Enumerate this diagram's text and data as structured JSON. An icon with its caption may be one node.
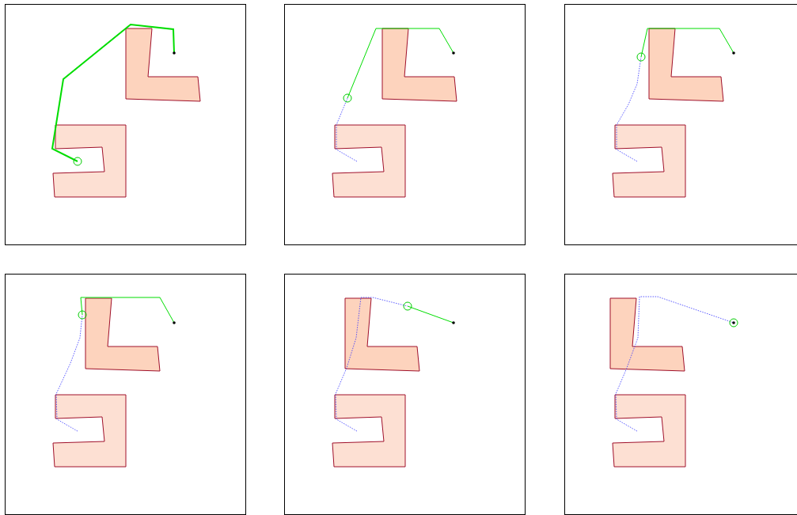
{
  "diagram": {
    "nodes": [
      {
        "text": [],
        "shape": "box"
      },
      {
        "text": [],
        "shape": "box"
      },
      {
        "text": [],
        "shape": "box"
      },
      {
        "text": [],
        "shape": "box"
      },
      {
        "text": [],
        "shape": "box"
      },
      {
        "text": [],
        "shape": "box"
      }
    ]
  }
}
